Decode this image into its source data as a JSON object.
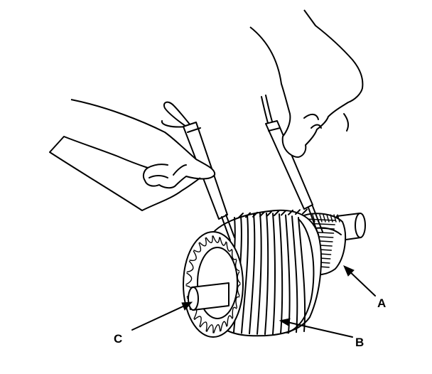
{
  "labels": {
    "a": "A",
    "b": "B",
    "c": "C"
  },
  "colors": {
    "line": "#000000",
    "background": "#ffffff"
  }
}
